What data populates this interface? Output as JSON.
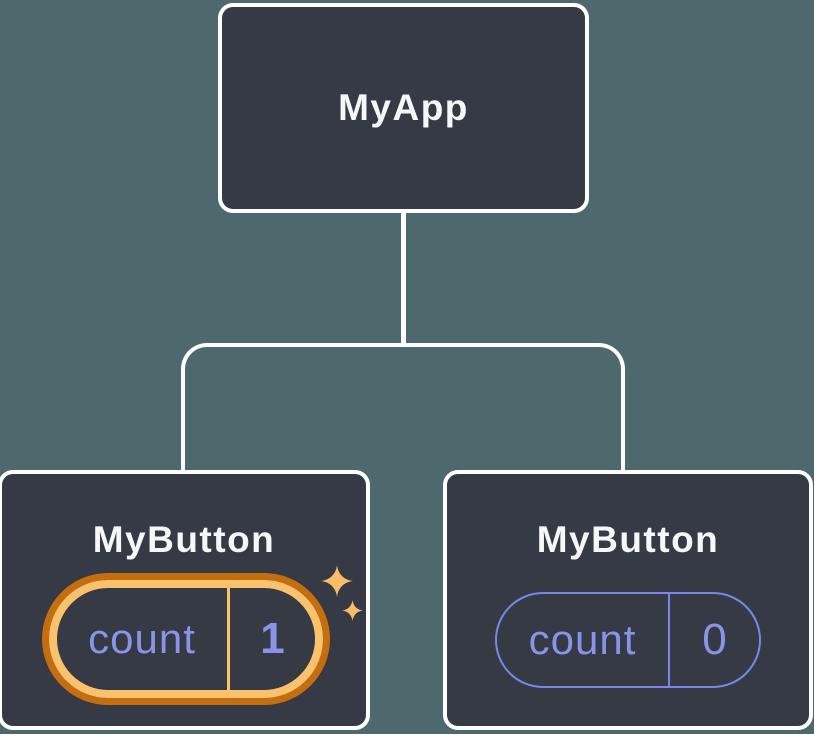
{
  "tree": {
    "root": {
      "label": "MyApp"
    },
    "children": [
      {
        "label": "MyButton",
        "state_key": "count",
        "state_value": "1",
        "highlighted": true
      },
      {
        "label": "MyButton",
        "state_key": "count",
        "state_value": "0",
        "highlighted": false
      }
    ]
  },
  "icons": {
    "left_child_badge": "sparkles-icon"
  },
  "colors": {
    "background": "#4D696E",
    "node_fill": "#353A45",
    "node_border": "#FFFFFF",
    "connector": "#FFFFFF",
    "label_text": "#F6F7F9",
    "state_text": "#8B93E9",
    "state_border": "#7D85E8",
    "highlight_outer": "#C56E10",
    "highlight_inner": "#FBC26E",
    "sparkle": "#F8BD68"
  }
}
